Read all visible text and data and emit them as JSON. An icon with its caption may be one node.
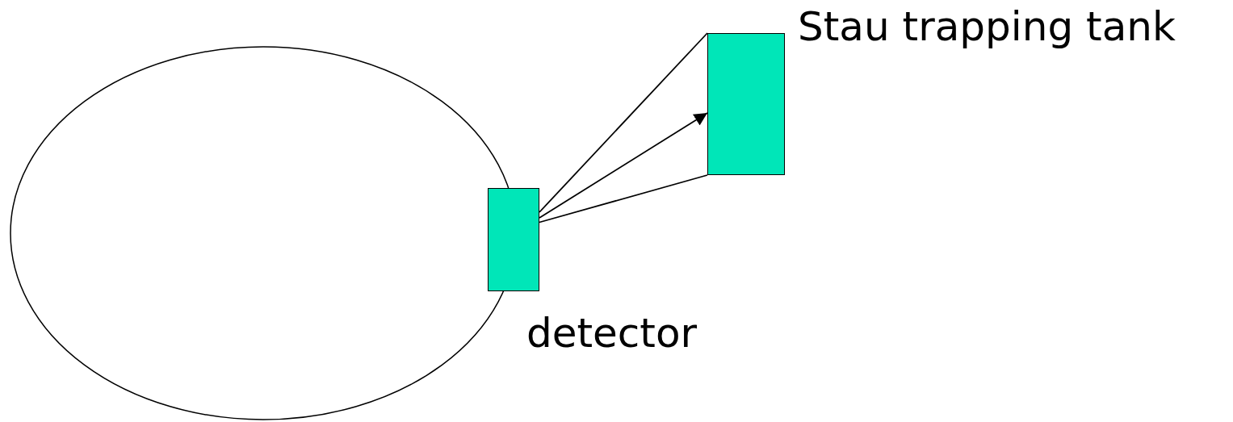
{
  "diagram": {
    "nodes": [
      {
        "text": [],
        "shape": "ellipse"
      },
      {
        "text": [],
        "shape": "box",
        "beside": [
          "detector"
        ]
      },
      {
        "text": [],
        "shape": "box",
        "beside": [
          "Stau trapping tank"
        ]
      }
    ],
    "edges": [
      {
        "from": 1,
        "to": 2,
        "arrow": "none"
      },
      {
        "from": 1,
        "to": 2,
        "arrow": "to"
      },
      {
        "from": 1,
        "to": 2,
        "arrow": "none"
      }
    ]
  }
}
